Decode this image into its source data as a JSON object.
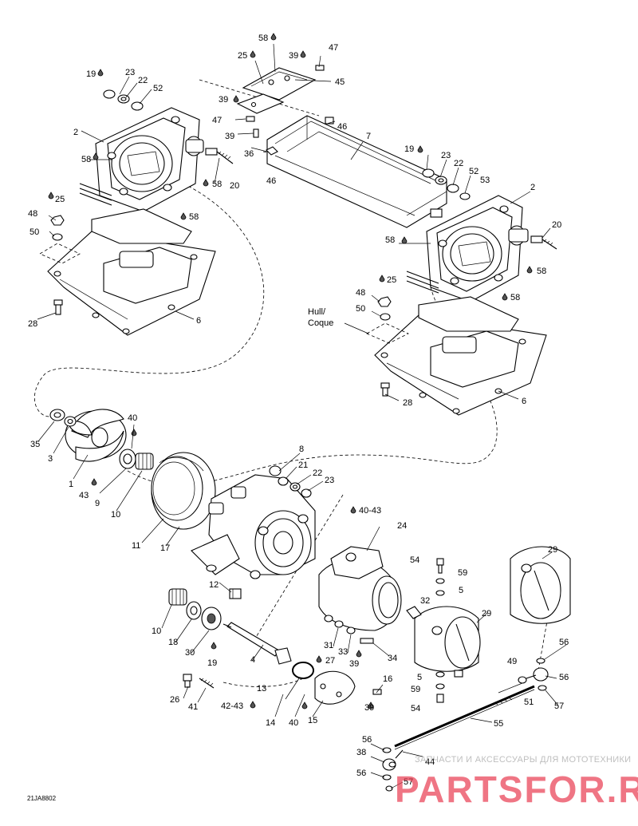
{
  "labels": [
    {
      "text": "58"
    },
    {
      "text": "25"
    },
    {
      "text": "39"
    },
    {
      "text": "47"
    },
    {
      "text": "45"
    },
    {
      "text": "19"
    },
    {
      "text": "23"
    },
    {
      "text": "22"
    },
    {
      "text": "52"
    },
    {
      "text": "39"
    },
    {
      "text": "47"
    },
    {
      "text": "46"
    },
    {
      "text": "39"
    },
    {
      "text": "36"
    },
    {
      "text": "7"
    },
    {
      "text": "2"
    },
    {
      "text": "58"
    },
    {
      "text": "58"
    },
    {
      "text": "20"
    },
    {
      "text": "46"
    },
    {
      "text": "25"
    },
    {
      "text": "48"
    },
    {
      "text": "58"
    },
    {
      "text": "50"
    },
    {
      "text": "28"
    },
    {
      "text": "6"
    },
    {
      "text": "19"
    },
    {
      "text": "23"
    },
    {
      "text": "22"
    },
    {
      "text": "52"
    },
    {
      "text": "53"
    },
    {
      "text": "2"
    },
    {
      "text": "20"
    },
    {
      "text": "58"
    },
    {
      "text": "58"
    },
    {
      "text": "25"
    },
    {
      "text": "48"
    },
    {
      "text": "58"
    },
    {
      "text": "50"
    },
    {
      "text": "Hull/"
    },
    {
      "text": "Coque"
    },
    {
      "text": "28"
    },
    {
      "text": "6"
    },
    {
      "text": "40"
    },
    {
      "text": "35"
    },
    {
      "text": "3"
    },
    {
      "text": "1"
    },
    {
      "text": "43"
    },
    {
      "text": "9"
    },
    {
      "text": "10"
    },
    {
      "text": "8"
    },
    {
      "text": "21"
    },
    {
      "text": "22"
    },
    {
      "text": "23"
    },
    {
      "text": "40-43"
    },
    {
      "text": "24"
    },
    {
      "text": "11"
    },
    {
      "text": "17"
    },
    {
      "text": "29"
    },
    {
      "text": "54"
    },
    {
      "text": "59"
    },
    {
      "text": "5"
    },
    {
      "text": "32"
    },
    {
      "text": "12"
    },
    {
      "text": "29"
    },
    {
      "text": "10"
    },
    {
      "text": "18"
    },
    {
      "text": "30"
    },
    {
      "text": "19"
    },
    {
      "text": "31"
    },
    {
      "text": "33"
    },
    {
      "text": "34"
    },
    {
      "text": "39"
    },
    {
      "text": "56"
    },
    {
      "text": "4"
    },
    {
      "text": "27"
    },
    {
      "text": "49"
    },
    {
      "text": "56"
    },
    {
      "text": "5"
    },
    {
      "text": "16"
    },
    {
      "text": "13"
    },
    {
      "text": "26"
    },
    {
      "text": "59"
    },
    {
      "text": "51"
    },
    {
      "text": "57"
    },
    {
      "text": "41"
    },
    {
      "text": "42-43"
    },
    {
      "text": "39"
    },
    {
      "text": "54"
    },
    {
      "text": "14"
    },
    {
      "text": "40"
    },
    {
      "text": "15"
    },
    {
      "text": "55"
    },
    {
      "text": "56"
    },
    {
      "text": "38"
    },
    {
      "text": "44"
    },
    {
      "text": "56"
    },
    {
      "text": "57"
    },
    {
      "text": "21JA8802"
    }
  ],
  "watermark": {
    "subtitle": "ЗАПЧАСТИ И АКСЕССУАРЫ ДЛЯ МОТОТЕХНИКИ",
    "brand": "PARTSFOR.RU",
    "brand_color": "#e8354a"
  }
}
